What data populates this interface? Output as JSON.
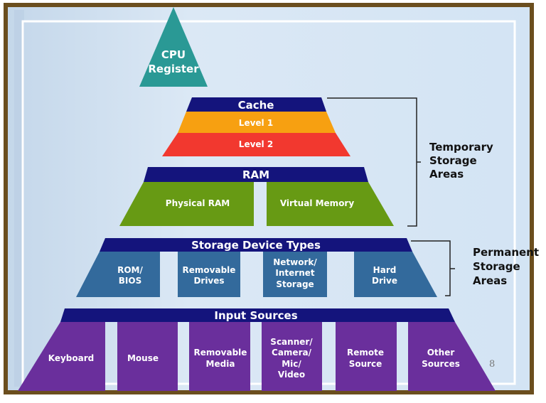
{
  "cpu": {
    "line1": "CPU",
    "line2": "Register"
  },
  "cache": {
    "title": "Cache",
    "level1": "Level 1",
    "level2": "Level 2"
  },
  "ram": {
    "title": "RAM",
    "physical": "Physical RAM",
    "virtual": "Virtual Memory"
  },
  "storage": {
    "title": "Storage Device Types",
    "items": [
      {
        "lines": [
          "ROM/",
          "BIOS"
        ]
      },
      {
        "lines": [
          "Removable",
          "Drives"
        ]
      },
      {
        "lines": [
          "Network/",
          "Internet",
          "Storage"
        ]
      },
      {
        "lines": [
          "Hard",
          "Drive"
        ]
      }
    ]
  },
  "input": {
    "title": "Input Sources",
    "items": [
      {
        "lines": [
          "Keyboard"
        ]
      },
      {
        "lines": [
          "Mouse"
        ]
      },
      {
        "lines": [
          "Removable",
          "Media"
        ]
      },
      {
        "lines": [
          "Scanner/",
          "Camera/",
          "Mic/",
          "Video"
        ]
      },
      {
        "lines": [
          "Remote",
          "Source"
        ]
      },
      {
        "lines": [
          "Other",
          "Sources"
        ]
      }
    ]
  },
  "temporary": {
    "lines": [
      "Temporary",
      "Storage",
      "Areas"
    ]
  },
  "permanent": {
    "lines": [
      "Permanent",
      "Storage",
      "Areas"
    ]
  },
  "page_number": "8",
  "colors": {
    "frame": "#6b4e1e",
    "background": "#d8e7f5",
    "cpu": "#2a9995",
    "navy": "#14147c",
    "level1": "#f7a011",
    "level2": "#f2382f",
    "ram_green": "#679a14",
    "storage_blue": "#336a9c",
    "input_purple": "#6a2f9c"
  }
}
